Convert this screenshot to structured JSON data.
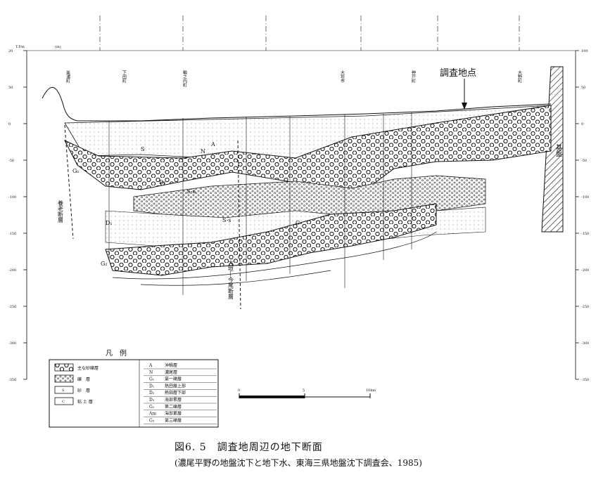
{
  "figure": {
    "caption": "図6. 5　調査地周辺の地下断面",
    "source": "(濃尾平野の地盤沈下と地下水、東海三県地盤沈下調査会、1985)"
  },
  "section": {
    "survey_point_label": "調査地点",
    "basement_label": "基盤",
    "left_axis_ticks": [
      "20",
      "50",
      "0",
      "-50",
      "-100",
      "-150",
      "-200",
      "-250",
      "-300",
      "-350"
    ],
    "right_axis_ticks": [
      "100",
      "50",
      "0",
      "-50",
      "-100",
      "-150",
      "-200",
      "-250",
      "-300",
      "-350"
    ],
    "top_left_labels": [
      "T.P.m",
      "(m)"
    ],
    "town_names": [
      "美濃町",
      "下田町",
      "輪之内町",
      "大垣市",
      "神戸町",
      "大野町"
    ],
    "layer_labels": [
      "A",
      "N",
      "S",
      "G₁",
      "D₁",
      "D₂",
      "C",
      "S-a",
      "G₂",
      "S-s"
    ],
    "faults": [
      "養老断層",
      "大垣—今尾断層"
    ],
    "scale_ticks": [
      "0",
      "5",
      "10km"
    ]
  },
  "legend": {
    "title": "凡　例",
    "symbols": [
      "主な砂礫層",
      "礫　層",
      "砂　層",
      "粘 土 層"
    ],
    "symbol_codes": [
      "",
      "",
      "S",
      "C"
    ],
    "codes": [
      "A",
      "N",
      "G₁",
      "D₁",
      "D₂",
      "D₃",
      "G₂",
      "Am",
      "G₃"
    ],
    "names": [
      "沖積層",
      "濃尾層",
      "第一礫層",
      "熱田層上部",
      "熱田層下部",
      "海部累層",
      "第二礫層",
      "海部累層",
      "第三礫層"
    ]
  }
}
